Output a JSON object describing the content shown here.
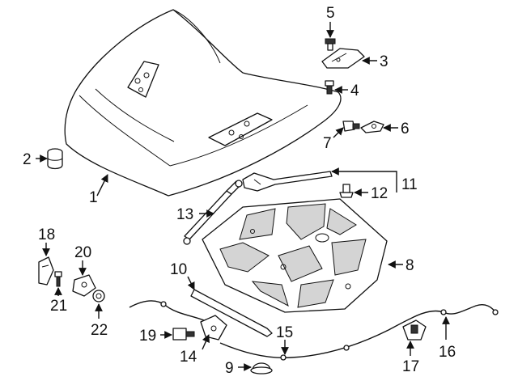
{
  "diagram": {
    "labels": {
      "p1": "1",
      "p2": "2",
      "p3": "3",
      "p4": "4",
      "p5": "5",
      "p6": "6",
      "p7": "7",
      "p8": "8",
      "p9": "9",
      "p10": "10",
      "p11": "11",
      "p12": "12",
      "p13": "13",
      "p14": "14",
      "p15": "15",
      "p16": "16",
      "p17": "17",
      "p18": "18",
      "p19": "19",
      "p20": "20",
      "p21": "21",
      "p22": "22"
    }
  }
}
